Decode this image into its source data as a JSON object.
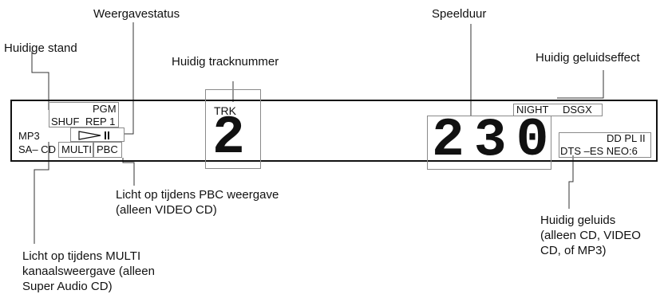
{
  "callouts": {
    "playback_status": "Weergavestatus",
    "current_mode": "Huidige stand",
    "current_track_number": "Huidig tracknummer",
    "playing_time": "Speelduur",
    "current_sound_effect": "Huidig geluidseffect",
    "pbc_light": [
      "Licht op tijdens PBC weergave",
      "(alleen VIDEO CD)"
    ],
    "multi_light": [
      "Licht op tijdens MULTI",
      "kanaalsweergave (alleen",
      "Super Audio CD)"
    ],
    "current_sound": [
      "Huidig geluids",
      "(alleen CD, VIDEO",
      "CD, of MP3)"
    ]
  },
  "display": {
    "pgm": "PGM",
    "shuf": "SHUF",
    "rep1": "REP 1",
    "mp3": "MP3",
    "sa_cd": "SA– CD",
    "multi": "MULTI",
    "pbc": "PBC",
    "trk_label": "TRK",
    "track_digit": "2",
    "time_digits": [
      "2",
      "3",
      "0"
    ],
    "night": "NIGHT",
    "dsgx": "DSGX",
    "dolby_pl": "DD PL II",
    "dts_line": "DTS –ES NEO:6"
  }
}
